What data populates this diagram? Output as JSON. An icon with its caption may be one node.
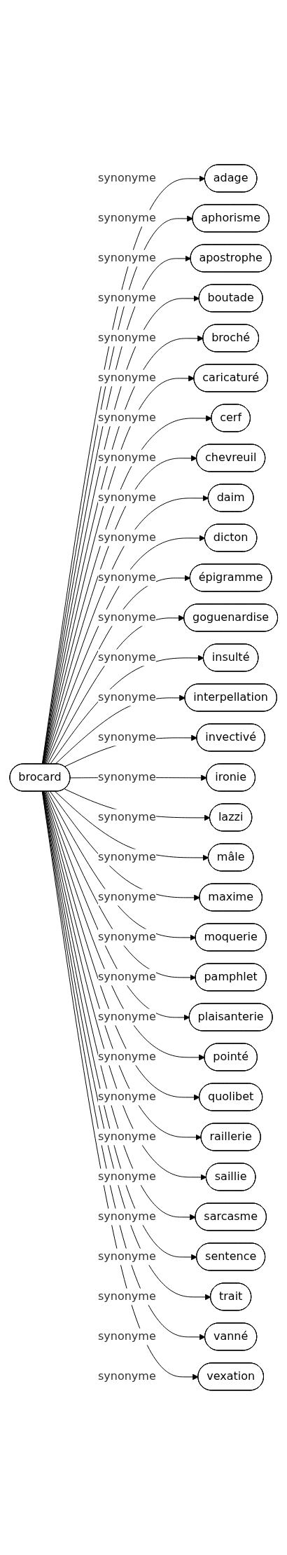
{
  "diagram": {
    "nodes": [
      {
        "text": [
          "brocard"
        ]
      },
      {
        "text": [
          "adage"
        ]
      },
      {
        "text": [
          "aphorisme"
        ]
      },
      {
        "text": [
          "apostrophe"
        ]
      },
      {
        "text": [
          "boutade"
        ]
      },
      {
        "text": [
          "broché"
        ]
      },
      {
        "text": [
          "caricaturé"
        ]
      },
      {
        "text": [
          "cerf"
        ]
      },
      {
        "text": [
          "chevreuil"
        ]
      },
      {
        "text": [
          "daim"
        ]
      },
      {
        "text": [
          "dicton"
        ]
      },
      {
        "text": [
          "épigramme"
        ]
      },
      {
        "text": [
          "goguenardise"
        ]
      },
      {
        "text": [
          "insulté"
        ]
      },
      {
        "text": [
          "interpellation"
        ]
      },
      {
        "text": [
          "invectivé"
        ]
      },
      {
        "text": [
          "ironie"
        ]
      },
      {
        "text": [
          "lazzi"
        ]
      },
      {
        "text": [
          "mâle"
        ]
      },
      {
        "text": [
          "maxime"
        ]
      },
      {
        "text": [
          "moquerie"
        ]
      },
      {
        "text": [
          "pamphlet"
        ]
      },
      {
        "text": [
          "plaisanterie"
        ]
      },
      {
        "text": [
          "pointé"
        ]
      },
      {
        "text": [
          "quolibet"
        ]
      },
      {
        "text": [
          "raillerie"
        ]
      },
      {
        "text": [
          "saillie"
        ]
      },
      {
        "text": [
          "sarcasme"
        ]
      },
      {
        "text": [
          "sentence"
        ]
      },
      {
        "text": [
          "trait"
        ]
      },
      {
        "text": [
          "vanné"
        ]
      },
      {
        "text": [
          "vexation"
        ]
      }
    ],
    "edges": [
      {
        "from": 0,
        "to": 1,
        "label": "synonyme",
        "arrow": "to"
      },
      {
        "from": 0,
        "to": 2,
        "label": "synonyme",
        "arrow": "to"
      },
      {
        "from": 0,
        "to": 3,
        "label": "synonyme",
        "arrow": "to"
      },
      {
        "from": 0,
        "to": 4,
        "label": "synonyme",
        "arrow": "to"
      },
      {
        "from": 0,
        "to": 5,
        "label": "synonyme",
        "arrow": "to"
      },
      {
        "from": 0,
        "to": 6,
        "label": "synonyme",
        "arrow": "to"
      },
      {
        "from": 0,
        "to": 7,
        "label": "synonyme",
        "arrow": "to"
      },
      {
        "from": 0,
        "to": 8,
        "label": "synonyme",
        "arrow": "to"
      },
      {
        "from": 0,
        "to": 9,
        "label": "synonyme",
        "arrow": "to"
      },
      {
        "from": 0,
        "to": 10,
        "label": "synonyme",
        "arrow": "to"
      },
      {
        "from": 0,
        "to": 11,
        "label": "synonyme",
        "arrow": "to"
      },
      {
        "from": 0,
        "to": 12,
        "label": "synonyme",
        "arrow": "to"
      },
      {
        "from": 0,
        "to": 13,
        "label": "synonyme",
        "arrow": "to"
      },
      {
        "from": 0,
        "to": 14,
        "label": "synonyme",
        "arrow": "to"
      },
      {
        "from": 0,
        "to": 15,
        "label": "synonyme",
        "arrow": "to"
      },
      {
        "from": 0,
        "to": 16,
        "label": "synonyme",
        "arrow": "to"
      },
      {
        "from": 0,
        "to": 17,
        "label": "synonyme",
        "arrow": "to"
      },
      {
        "from": 0,
        "to": 18,
        "label": "synonyme",
        "arrow": "to"
      },
      {
        "from": 0,
        "to": 19,
        "label": "synonyme",
        "arrow": "to"
      },
      {
        "from": 0,
        "to": 20,
        "label": "synonyme",
        "arrow": "to"
      },
      {
        "from": 0,
        "to": 21,
        "label": "synonyme",
        "arrow": "to"
      },
      {
        "from": 0,
        "to": 22,
        "label": "synonyme",
        "arrow": "to"
      },
      {
        "from": 0,
        "to": 23,
        "label": "synonyme",
        "arrow": "to"
      },
      {
        "from": 0,
        "to": 24,
        "label": "synonyme",
        "arrow": "to"
      },
      {
        "from": 0,
        "to": 25,
        "label": "synonyme",
        "arrow": "to"
      },
      {
        "from": 0,
        "to": 26,
        "label": "synonyme",
        "arrow": "to"
      },
      {
        "from": 0,
        "to": 27,
        "label": "synonyme",
        "arrow": "to"
      },
      {
        "from": 0,
        "to": 28,
        "label": "synonyme",
        "arrow": "to"
      },
      {
        "from": 0,
        "to": 29,
        "label": "synonyme",
        "arrow": "to"
      },
      {
        "from": 0,
        "to": 30,
        "label": "synonyme",
        "arrow": "to"
      },
      {
        "from": 0,
        "to": 31,
        "label": "synonyme",
        "arrow": "to"
      }
    ]
  }
}
